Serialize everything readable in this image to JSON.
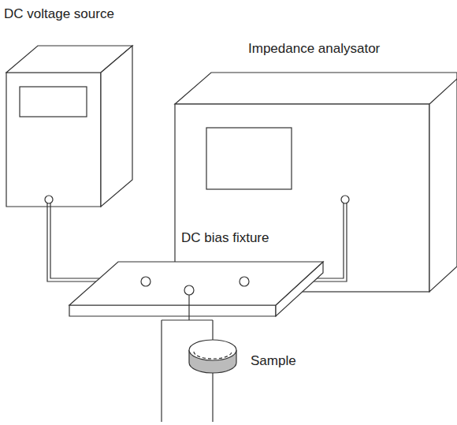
{
  "diagram": {
    "labels": [
      "DC voltage source",
      "Impedance analysator",
      "DC bias fixture",
      "Sample"
    ]
  }
}
